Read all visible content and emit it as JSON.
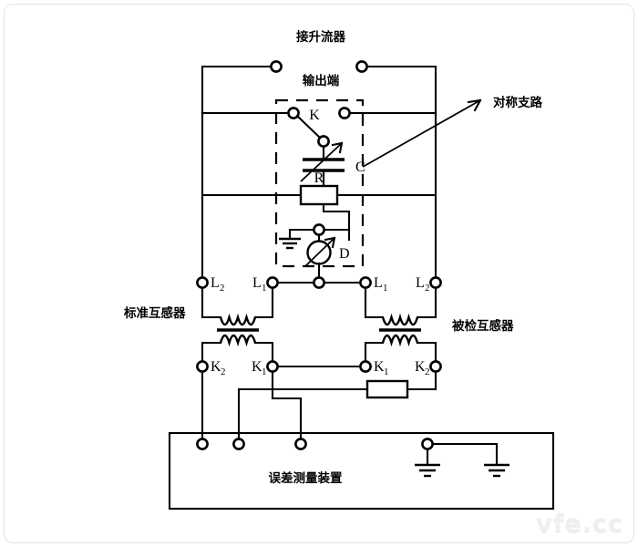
{
  "figure": {
    "title_top": "接升流器",
    "output_terminal_label": "输出端",
    "symmetric_branch_label": "对称支路",
    "standard_transformer_label": "标准互感器",
    "tested_transformer_label": "被检互感器",
    "measurement_device_label": "误差测量装置",
    "watermark": "vfe.cc"
  },
  "components": {
    "switch_K": "K",
    "capacitor_C": "C",
    "resistor_R": "R",
    "detector_D": "D"
  },
  "terminals": {
    "primary_left_outer": "L",
    "primary_left_outer_sub": "2",
    "primary_left_inner": "L",
    "primary_left_inner_sub": "1",
    "primary_right_inner": "L",
    "primary_right_inner_sub": "1",
    "primary_right_outer": "L",
    "primary_right_outer_sub": "2",
    "secondary_left_outer": "K",
    "secondary_left_outer_sub": "2",
    "secondary_left_inner": "K",
    "secondary_left_inner_sub": "1",
    "secondary_right_inner": "K",
    "secondary_right_inner_sub": "1",
    "secondary_right_outer": "K",
    "secondary_right_outer_sub": "2"
  },
  "colors": {
    "line": "#000000",
    "background": "#ffffff",
    "frame": "#e2e2e2",
    "watermark": "#f0f0f0"
  }
}
